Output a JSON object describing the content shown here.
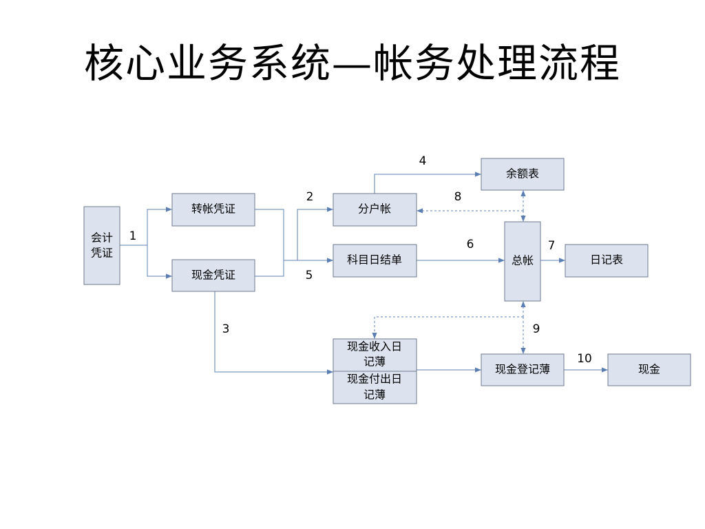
{
  "slide": {
    "title": "核心业务系统—帐务处理流程"
  },
  "nodes": {
    "voucher": [
      "会计",
      "凭证"
    ],
    "transfer_voucher": "转帐凭证",
    "cash_voucher": "现金凭证",
    "sub_account": "分户帐",
    "subject_daily": "科目日结单",
    "balance_table": "余额表",
    "general_ledger": "总帐",
    "daily_journal": "日记表",
    "cash_in_journal": [
      "现金收入日",
      "记薄"
    ],
    "cash_out_journal": [
      "现金付出日",
      "记薄"
    ],
    "cash_register": "现金登记薄",
    "cash": "现金"
  },
  "steps": {
    "s1": "1",
    "s2": "2",
    "s3": "3",
    "s4": "4",
    "s5": "5",
    "s6": "6",
    "s7": "7",
    "s8": "8",
    "s9": "9",
    "s10": "10"
  },
  "colors": {
    "box_fill": "#dce3ef",
    "box_stroke": "#6b7a8d",
    "connector": "#5b7fb5"
  }
}
